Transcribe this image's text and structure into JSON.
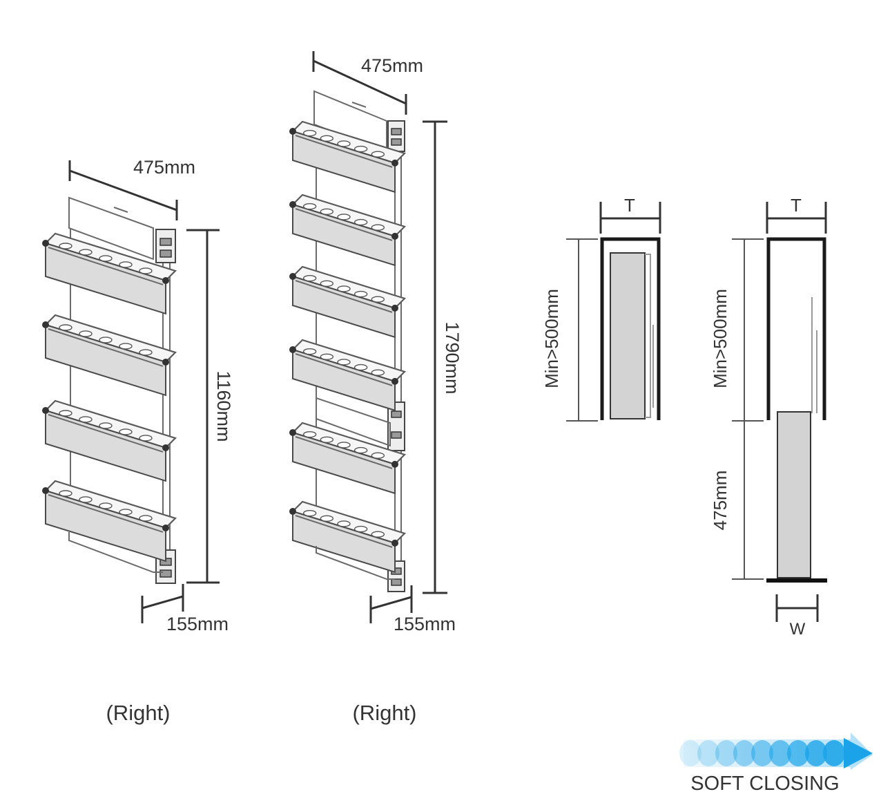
{
  "unit1": {
    "width_label": "475mm",
    "height_label": "1160mm",
    "depth_label": "155mm",
    "caption": "(Right)",
    "tray_count": 4
  },
  "unit2": {
    "width_label": "475mm",
    "height_label": "1790mm",
    "depth_label": "155mm",
    "caption": "(Right)",
    "tray_count": 6
  },
  "cabinet_closed": {
    "t_label": "T",
    "min_label": "Min>500mm"
  },
  "cabinet_open": {
    "t_label": "T",
    "min_label": "Min>500mm",
    "extension_label": "475mm",
    "w_label": "W"
  },
  "badge": {
    "label": "SOFT CLOSING",
    "arrow_color": "#1aa3e8"
  }
}
